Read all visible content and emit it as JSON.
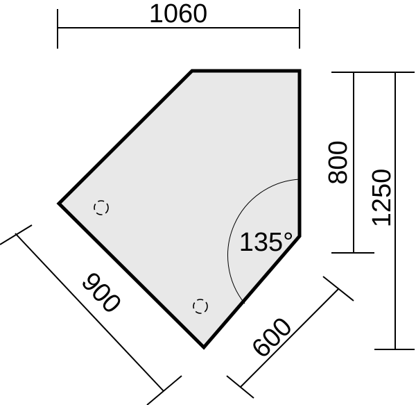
{
  "diagram": {
    "dimensions": {
      "top_width": "1060",
      "right_upper": "800",
      "right_total": "1250",
      "lower_left_edge": "900",
      "lower_right_edge": "600"
    },
    "angle_label": "135°",
    "colors": {
      "fill": "#e8e8e8",
      "stroke": "#000000",
      "background": "#ffffff"
    },
    "icons": [
      "leg-circle-icon",
      "leg-circle-icon"
    ]
  }
}
